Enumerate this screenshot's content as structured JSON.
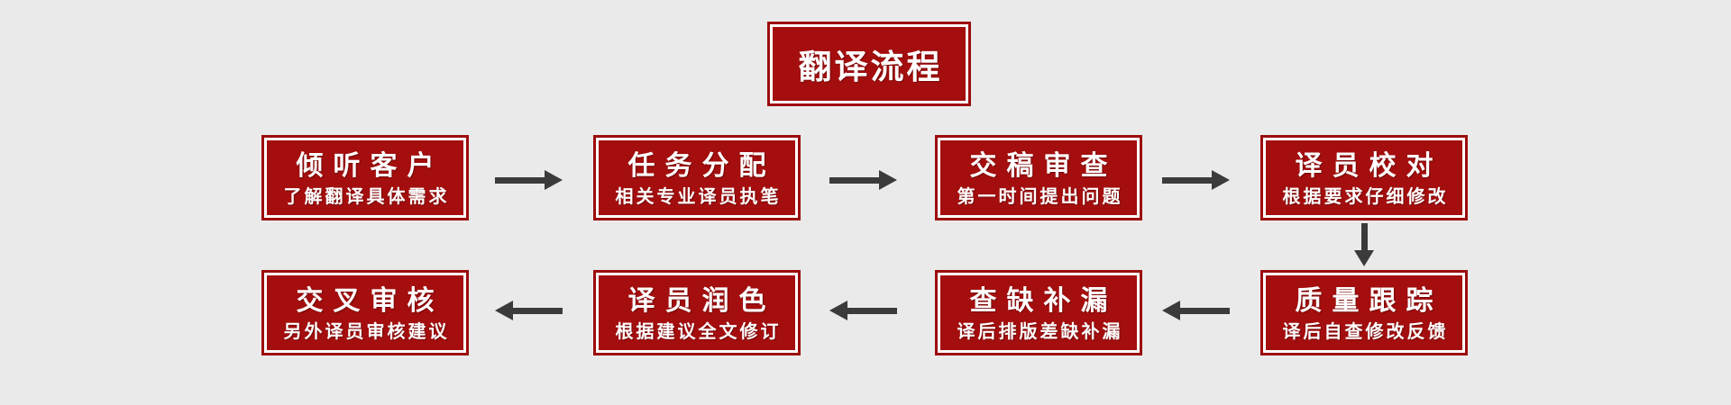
{
  "page": {
    "background_color": "#eaeaea"
  },
  "colors": {
    "box_fill": "#a40e0e",
    "box_outer_border": "#9c0c0c",
    "box_inner_border": "#ffffff",
    "text": "#ffffff",
    "arrow": "#3b3b3b"
  },
  "title": {
    "label": "翻译流程"
  },
  "steps": [
    {
      "title": "倾听客户",
      "subtitle": "了解翻译具体需求"
    },
    {
      "title": "任务分配",
      "subtitle": "相关专业译员执笔"
    },
    {
      "title": "交稿审查",
      "subtitle": "第一时间提出问题"
    },
    {
      "title": "译员校对",
      "subtitle": "根据要求仔细修改"
    },
    {
      "title": "质量跟踪",
      "subtitle": "译后自查修改反馈"
    },
    {
      "title": "查缺补漏",
      "subtitle": "译后排版差缺补漏"
    },
    {
      "title": "译员润色",
      "subtitle": "根据建议全文修订"
    },
    {
      "title": "交叉审核",
      "subtitle": "另外译员审核建议"
    }
  ]
}
